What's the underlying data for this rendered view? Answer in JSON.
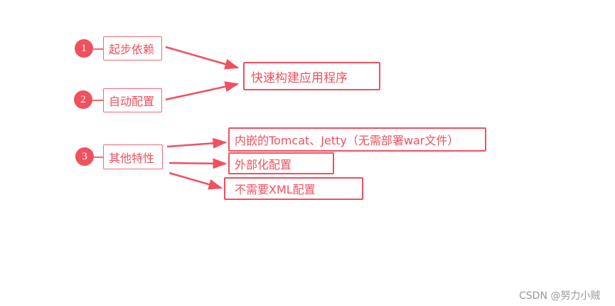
{
  "items": [
    {
      "number": "1",
      "label": "起步依赖"
    },
    {
      "number": "2",
      "label": "自动配置"
    },
    {
      "number": "3",
      "label": "其他特性"
    }
  ],
  "target": "快速构建应用程序",
  "features": [
    "内嵌的Tomcat、Jetty（无需部署war文件）",
    "外部化配置",
    "不需要XML配置"
  ],
  "watermark": "CSDN @努力小贼",
  "colors": {
    "accent": "#f0505f"
  }
}
